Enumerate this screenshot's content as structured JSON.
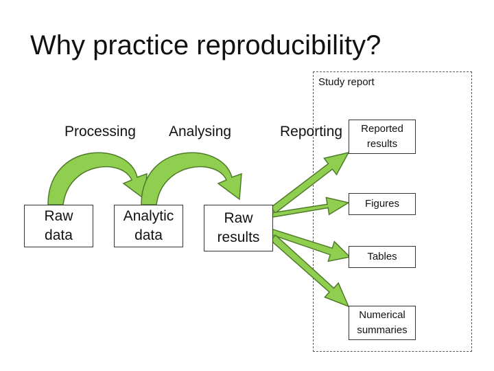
{
  "title": "Why practice reproducibility?",
  "study_report": {
    "label": "Study report"
  },
  "steps": {
    "processing": "Processing",
    "analysing": "Analysing",
    "reporting": "Reporting"
  },
  "nodes": {
    "raw_data": "Raw\ndata",
    "analytic_data": "Analytic\ndata",
    "raw_results": "Raw\nresults"
  },
  "outputs": {
    "reported_results": "Reported\nresults",
    "figures": "Figures",
    "tables": "Tables",
    "numerical_summaries": "Numerical\nsummaries"
  },
  "colors": {
    "arrow_fill": "#8fce4e",
    "arrow_stroke": "#4f7a2a"
  }
}
